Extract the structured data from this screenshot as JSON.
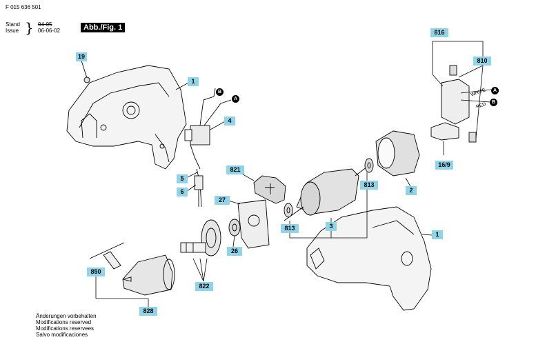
{
  "header": {
    "code": "F 015 636 501",
    "stand_label": "Stand",
    "issue_label": "Issue",
    "stand_value": "04-05",
    "issue_value": "06-06-02",
    "figure": "Abb./Fig. 1"
  },
  "parts": {
    "p19": "19",
    "p1a": "1",
    "p4": "4",
    "p5": "5",
    "p6": "6",
    "p821": "821",
    "p27": "27",
    "p26": "26",
    "p822": "822",
    "p850": "850",
    "p828": "828",
    "p813a": "813",
    "p813b": "813",
    "p3": "3",
    "p2": "2",
    "p816": "816",
    "p810": "810",
    "p169": "16/9",
    "p1b": "1"
  },
  "wires": {
    "a": "A",
    "b": "B",
    "white": "WHITE",
    "red": "RED"
  },
  "modifications": [
    "Änderungen vorbehalten",
    "Modifications reserved",
    "Modifications reservees",
    "Salvo modificaciones"
  ],
  "colors": {
    "label_bg": "#8fd4e8",
    "line": "#000000",
    "part_fill": "#f2f2f2"
  }
}
